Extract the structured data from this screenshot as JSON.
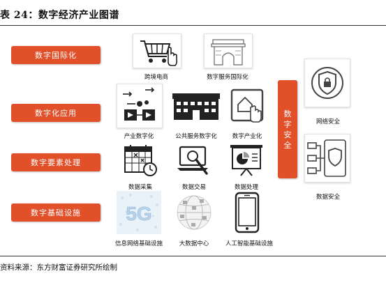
{
  "title": "表 24：数字经济产业图谱",
  "source": "资料来源：东方财富证券研究所绘制",
  "categories": {
    "intl": "数字国际化",
    "app": "数字化应用",
    "factor": "数字要素处理",
    "infra": "数字基础设施",
    "security": "数字安全"
  },
  "items": {
    "ecommerce": "跨境电商",
    "service_intl": "数字服务国际化",
    "industry_digital": "产业数字化",
    "public_service": "公共服务数字化",
    "digital_industry": "数字产业化",
    "data_collect": "数据采集",
    "data_trade": "数据交易",
    "data_process": "数据处理",
    "info_network": "信息网络基础设施",
    "bigdata_center": "大数据中心",
    "ai_infra": "人工智能基础设施",
    "network_security": "网络安全",
    "data_security": "数据安全"
  },
  "icon_labels": {
    "5g": "5G"
  },
  "colors": {
    "accent": "#e2502a",
    "icon_dark": "#222222",
    "icon_blue_light": "#b9d3ea"
  }
}
